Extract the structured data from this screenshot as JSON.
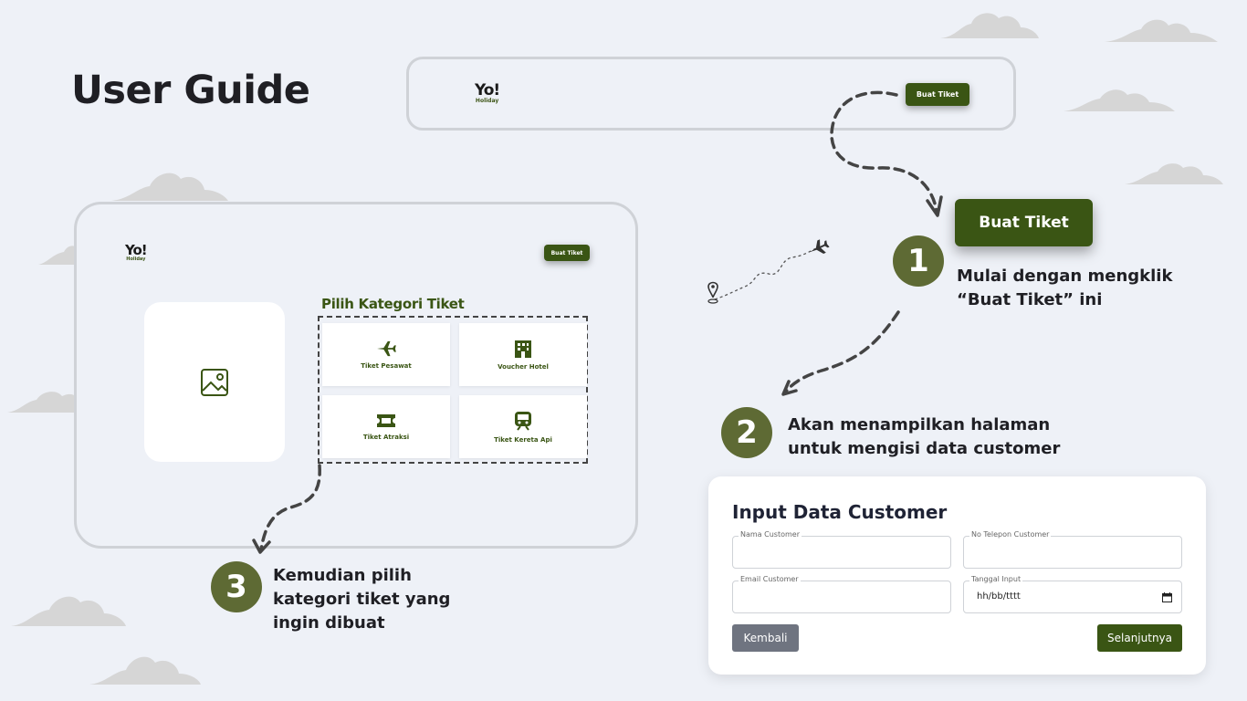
{
  "page": {
    "title": "User Guide"
  },
  "navbar": {
    "logo_main": "Yo!",
    "logo_sub": "Holiday",
    "button_label": "Buat Tiket"
  },
  "step1": {
    "number": "1",
    "button_label": "Buat Tiket",
    "text_line1": "Mulai dengan mengklik",
    "text_line2": "“Buat Tiket” ini"
  },
  "step2": {
    "number": "2",
    "text_line1": "Akan menampilkan halaman",
    "text_line2": "untuk mengisi data customer"
  },
  "step3": {
    "number": "3",
    "text_line1": "Kemudian pilih",
    "text_line2": "kategori tiket yang",
    "text_line3": "ingin dibuat"
  },
  "category_page": {
    "logo_main": "Yo!",
    "logo_sub": "Holiday",
    "button_label": "Buat Tiket",
    "title": "Pilih Kategori Tiket",
    "categories": [
      {
        "label": "Tiket Pesawat",
        "icon": "airplane-icon"
      },
      {
        "label": "Voucher Hotel",
        "icon": "hotel-icon"
      },
      {
        "label": "Tiket Atraksi",
        "icon": "ticket-icon"
      },
      {
        "label": "Tiket Kereta Api",
        "icon": "train-icon"
      }
    ],
    "image_placeholder_icon": "image-icon"
  },
  "form": {
    "title": "Input Data Customer",
    "fields": {
      "nama": {
        "label": "Nama Customer",
        "value": ""
      },
      "telepon": {
        "label": "No Telepon Customer",
        "value": ""
      },
      "email": {
        "label": "Email Customer",
        "value": ""
      },
      "tanggal": {
        "label": "Tanggal Input",
        "value": "hh/bb/tttt"
      }
    },
    "back_label": "Kembali",
    "next_label": "Selanjutnya"
  },
  "colors": {
    "background": "#eef1f7",
    "brand_green": "#3a5514",
    "step_circle": "#5e6a34",
    "cloud": "#d6d6d6"
  }
}
